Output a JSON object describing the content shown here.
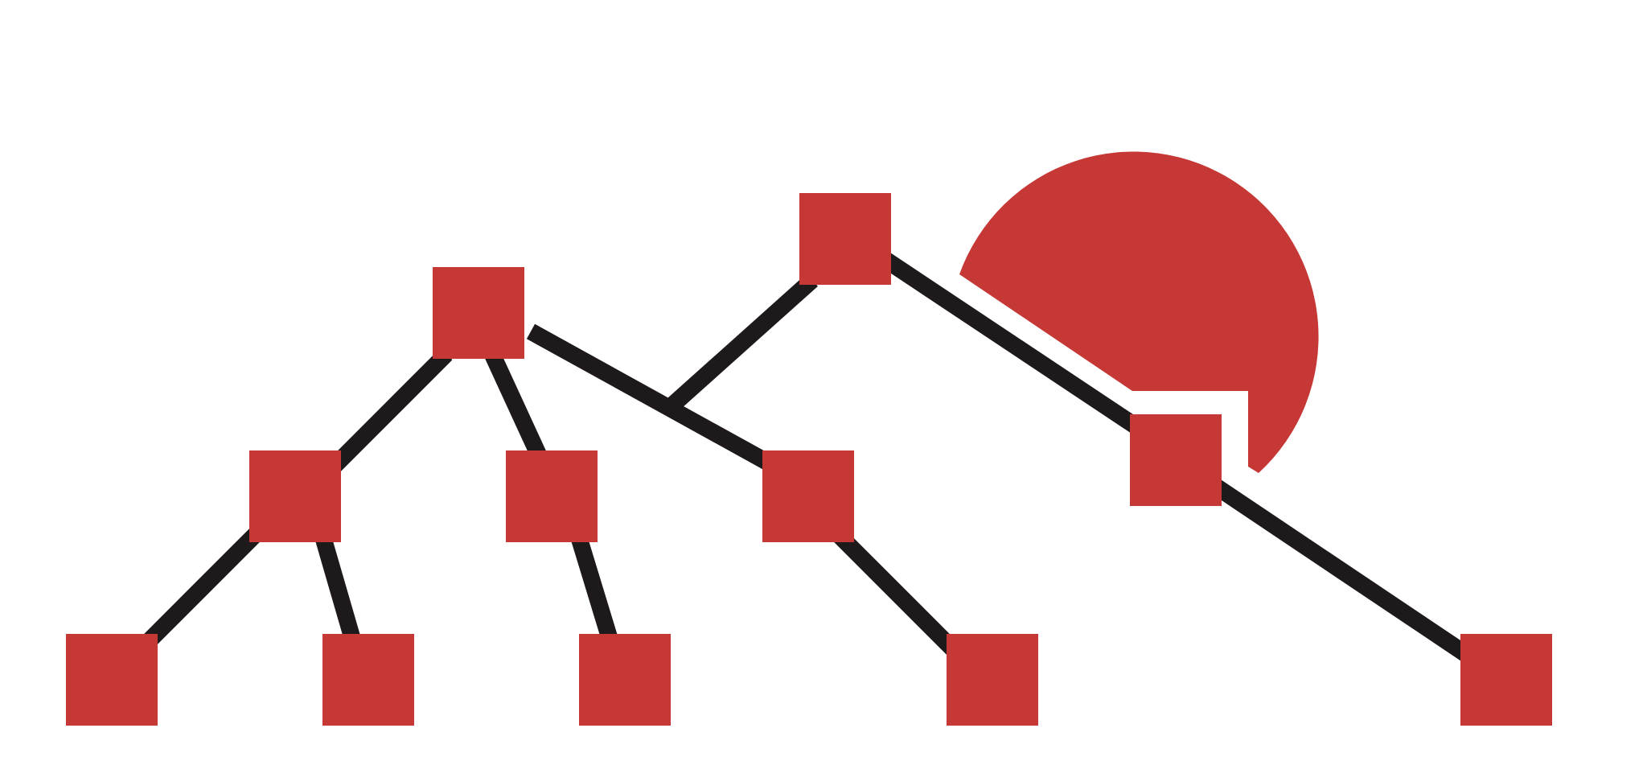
{
  "colors": {
    "background": "#ffffff",
    "node_fill": "#c63835",
    "edge_stroke": "#1e1a1b",
    "sun_fill": "#c63835"
  },
  "diagram": {
    "type": "tree",
    "nodes": [
      {
        "id": "n1"
      },
      {
        "id": "n2"
      },
      {
        "id": "n3"
      },
      {
        "id": "n4"
      },
      {
        "id": "n5"
      },
      {
        "id": "n6"
      },
      {
        "id": "n7"
      },
      {
        "id": "n8"
      },
      {
        "id": "n9"
      },
      {
        "id": "n10"
      },
      {
        "id": "n11"
      },
      {
        "id": "n12"
      }
    ],
    "edges": [
      {
        "from": "n1",
        "to": "n3"
      },
      {
        "from": "n1",
        "to": "n4"
      },
      {
        "from": "n1",
        "to": "n5"
      },
      {
        "from": "n2",
        "to": "n5"
      },
      {
        "from": "n2",
        "to": "n6"
      },
      {
        "from": "n3",
        "to": "n7"
      },
      {
        "from": "n3",
        "to": "n8"
      },
      {
        "from": "n4",
        "to": "n9"
      },
      {
        "from": "n5",
        "to": "n10"
      },
      {
        "from": "n6",
        "to": "n11"
      }
    ],
    "decoration": "sun-shape-icon"
  }
}
